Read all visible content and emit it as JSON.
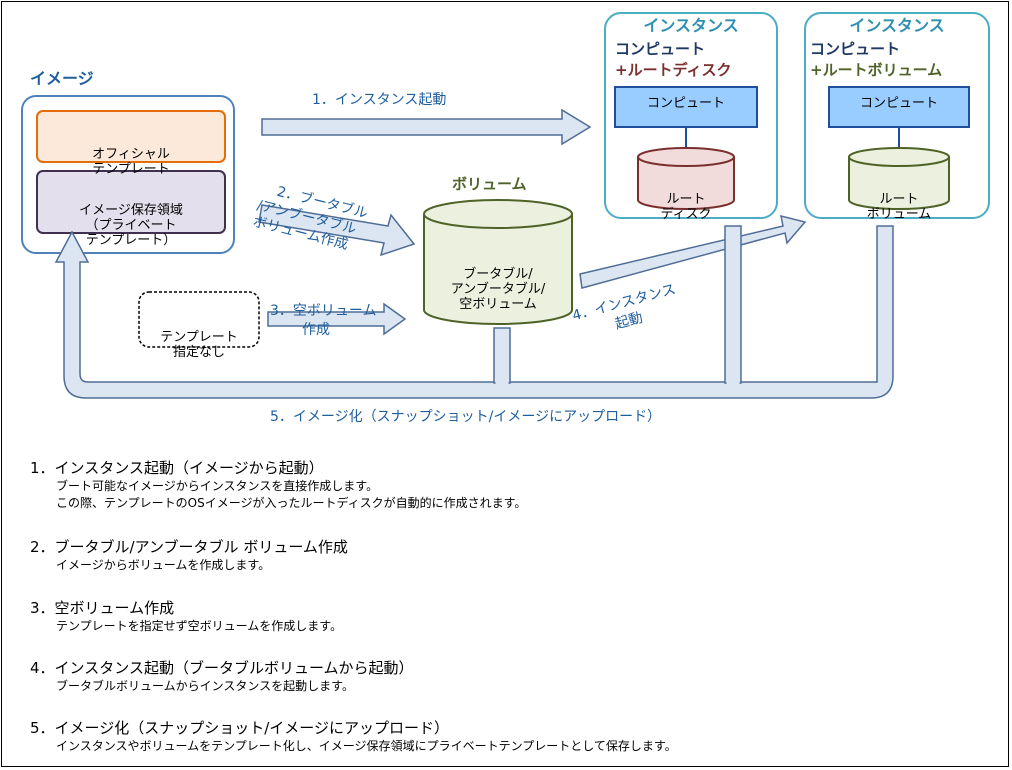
{
  "image": {
    "title": "イメージ",
    "official_template": [
      "オフィシャル",
      "テンプレート"
    ],
    "private_template": [
      "イメージ保存領域",
      "（プライベート",
      "テンプレート）"
    ]
  },
  "no_template": [
    "テンプレート",
    "指定なし"
  ],
  "volume": {
    "title": "ボリューム",
    "cylinder": [
      "ブータブル/",
      "アンブータブル/",
      "空ボリューム"
    ]
  },
  "instance1": {
    "title": "インスタンス",
    "line1": "コンピュート",
    "line2": "+ルートディスク",
    "compute": "コンピュート",
    "disk": [
      "ルート",
      "ディスク"
    ]
  },
  "instance2": {
    "title": "インスタンス",
    "line1": "コンピュート",
    "line2": "+ルートボリューム",
    "compute": "コンピュート",
    "disk": [
      "ルート",
      "ボリューム"
    ]
  },
  "arrows": {
    "a1": "1．インスタンス起動",
    "a2": [
      "2．ブータブル",
      "/アンブータブル",
      "ボリューム作成"
    ],
    "a3": [
      "3．空ボリューム",
      "作成"
    ],
    "a4": [
      "4．インスタンス",
      "起動"
    ],
    "a5": "5．イメージ化（スナップショット/イメージにアップロード）"
  },
  "sections": [
    {
      "heading": "1．インスタンス起動（イメージから起動）",
      "desc": [
        "ブート可能なイメージからインスタンスを直接作成します。",
        "この際、テンプレートのOSイメージが入ったルートディスクが自動的に作成されます。"
      ]
    },
    {
      "heading": "2．ブータブル/アンブータブル ボリューム作成",
      "desc": [
        "イメージからボリュームを作成します。"
      ]
    },
    {
      "heading": "3．空ボリューム作成",
      "desc": [
        "テンプレートを指定せず空ボリュームを作成します。"
      ]
    },
    {
      "heading": "4．インスタンス起動（ブータブルボリュームから起動）",
      "desc": [
        "ブータブルボリュームからインスタンスを起動します。"
      ]
    },
    {
      "heading": "5．イメージ化（スナップショット/イメージにアップロード）",
      "desc": [
        "インスタンスやボリュームをテンプレート化し、イメージ保存領域にプライベートテンプレートとして保存します。"
      ]
    }
  ],
  "colors": {
    "arrow_fill": "#dce6f2",
    "arrow_stroke": "#4f6d96",
    "title_blue": "#1f5e9c",
    "green_text": "#4f6228",
    "maroon_text": "#7a2f2f",
    "compute_fill": "#99ccff",
    "compute_stroke": "#1f4e9c"
  }
}
